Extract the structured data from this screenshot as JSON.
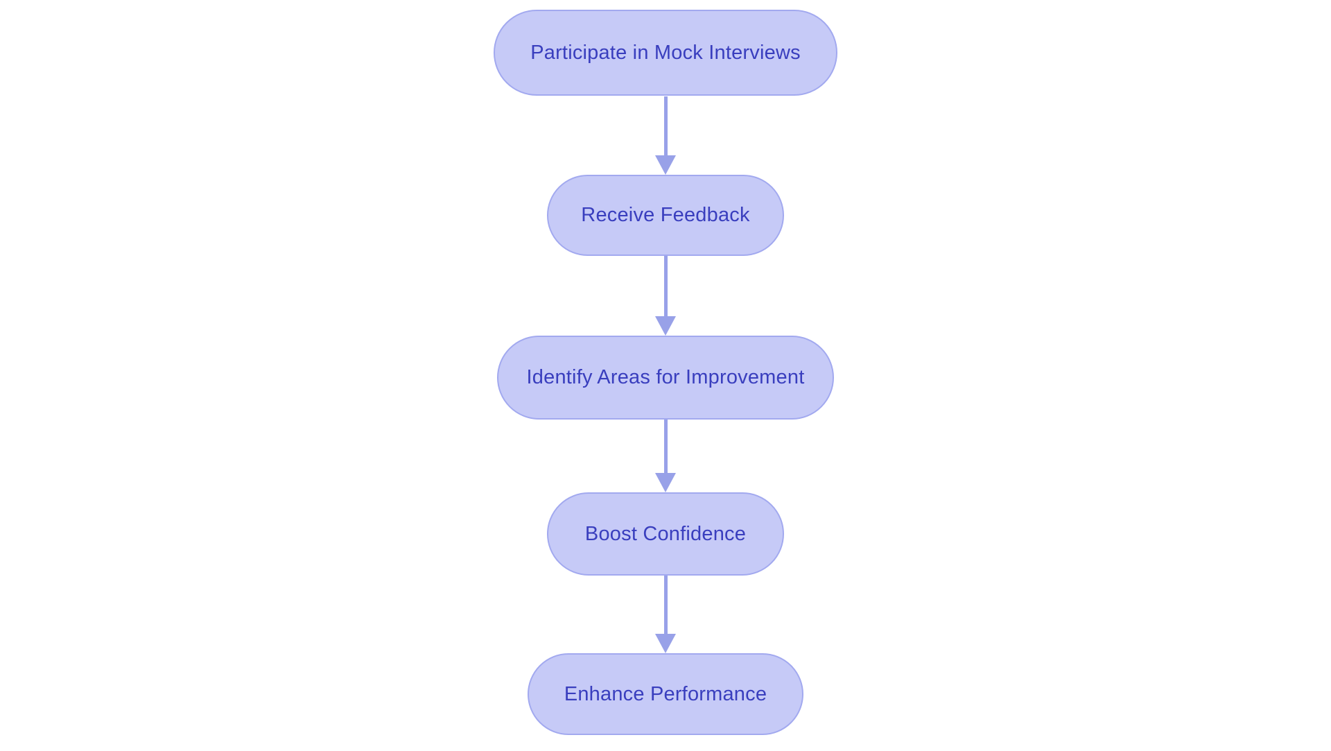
{
  "flowchart": {
    "type": "flowchart",
    "direction": "top-down",
    "nodes": [
      {
        "id": "participate-mock-interviews",
        "label": "Participate in Mock Interviews",
        "shape": "pill"
      },
      {
        "id": "receive-feedback",
        "label": "Receive Feedback",
        "shape": "pill"
      },
      {
        "id": "identify-areas-improvement",
        "label": "Identify Areas for Improvement",
        "shape": "pill"
      },
      {
        "id": "boost-confidence",
        "label": "Boost Confidence",
        "shape": "pill"
      },
      {
        "id": "enhance-performance",
        "label": "Enhance Performance",
        "shape": "pill"
      }
    ],
    "edges": [
      {
        "from": "participate-mock-interviews",
        "to": "receive-feedback",
        "style": "arrow-down"
      },
      {
        "from": "receive-feedback",
        "to": "identify-areas-improvement",
        "style": "arrow-down"
      },
      {
        "from": "identify-areas-improvement",
        "to": "boost-confidence",
        "style": "arrow-down"
      },
      {
        "from": "boost-confidence",
        "to": "enhance-performance",
        "style": "arrow-down"
      }
    ]
  },
  "colors": {
    "node_fill": "#C6CAF7",
    "node_border": "#A2A9EF",
    "node_text": "#393EBE",
    "arrow": "#98A1E8",
    "background": "#FFFFFF"
  }
}
